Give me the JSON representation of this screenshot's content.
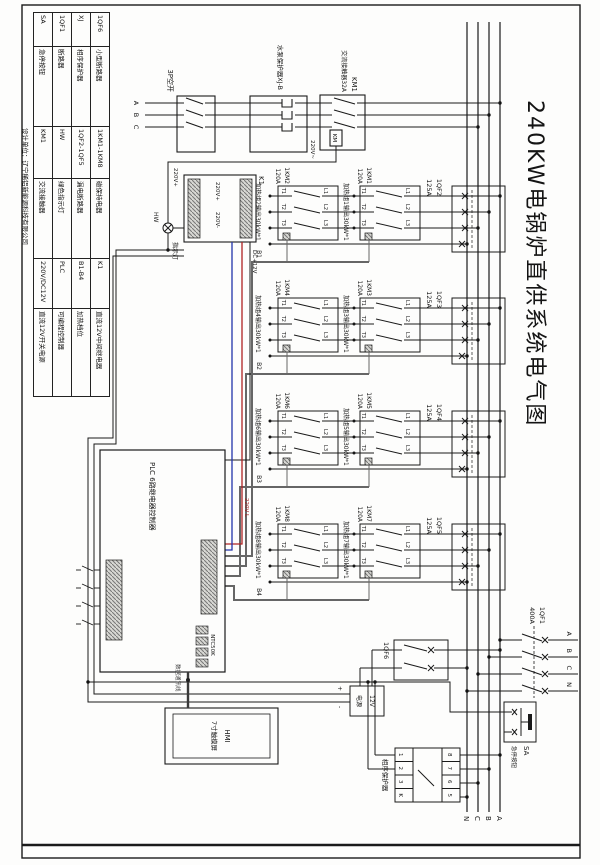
{
  "title": "240KW电锅炉直供系统电气图",
  "designer": "设计单位：辽宁稀铝新能源科技有限公司",
  "legend": {
    "rows": [
      [
        "1QF6",
        "小型断路器",
        "1KM1-1KM8",
        "磁保持电器",
        "K1",
        "直流12V中间继电器"
      ],
      [
        "XJ",
        "相序保护器",
        "1QF2-1QF5",
        "漏电断路器",
        "B1-B4",
        "加热档位"
      ],
      [
        "1QF1",
        "断路器",
        "HW",
        "绿色指示灯",
        "PLC",
        "可编程控制器"
      ],
      [
        "SA",
        "急停按钮",
        "KM1",
        "交流接触器",
        "220V/DC12V",
        "直流12V开关电源"
      ]
    ]
  },
  "supply": {
    "phases": [
      "A",
      "B",
      "C",
      "N"
    ],
    "breaker_line1": "1QF1",
    "breaker_line2": "400A"
  },
  "bus_out": [
    "A",
    "B",
    "C",
    "N"
  ],
  "pump": {
    "breaker": "3P空开",
    "protector": "水泵保护器XJ-B",
    "contactor": "KM1",
    "contactor_sub": "交流接触器32A",
    "coil": "KM",
    "coil_volt": "220V~",
    "phases": [
      "A",
      "B",
      "C"
    ]
  },
  "control": {
    "k1": "K1",
    "v_plus": "220V+",
    "v_minus": "220V-",
    "dc12": "DC+12V",
    "lamp_volt": "220V+",
    "lamp_text": "指示灯",
    "lamp_hw": "HW",
    "qf6": "1QF6",
    "psu_line1": "12V",
    "psu_line2": "电源",
    "plus": "+",
    "minus": "-",
    "sa": "SA",
    "sa_sub": "急停按钮",
    "xj_label": "相序保护器",
    "xj_k": "K",
    "xj_pins_top": [
      "8",
      "7",
      "6",
      "5"
    ],
    "xj_pins_bottom": [
      "1",
      "2",
      "3",
      "4"
    ]
  },
  "plc": {
    "label": "PLC 6路继电器控制器",
    "ntc": "NTC50K",
    "live": "220V L",
    "neutral": "220V N"
  },
  "hmi": {
    "line1": "HMI",
    "line2": "7寸触摸屏",
    "comm": "数据通讯线"
  },
  "bands": [
    {
      "qf": "1QF2",
      "qf_a": "125A",
      "km_u": "1KM1",
      "km_u_a": "120A",
      "km_l": "1KM2",
      "km_l_a": "120A",
      "note_u": "加热组1输出30kW*1",
      "note_l": "加热组2输出30kW*1",
      "b": "B1",
      "L": [
        "L1",
        "L2",
        "L3"
      ],
      "T": [
        "T1",
        "T2",
        "T3"
      ]
    },
    {
      "qf": "1QF3",
      "qf_a": "125A",
      "km_u": "1KM3",
      "km_u_a": "120A",
      "km_l": "1KM4",
      "km_l_a": "120A",
      "note_u": "加热组3输出30kW*1",
      "note_l": "加热组4输出30kW*1",
      "b": "B2",
      "L": [
        "L1",
        "L2",
        "L3"
      ],
      "T": [
        "T1",
        "T2",
        "T3"
      ]
    },
    {
      "qf": "1QF4",
      "qf_a": "125A",
      "km_u": "1KM5",
      "km_u_a": "120A",
      "km_l": "1KM6",
      "km_l_a": "120A",
      "note_u": "加热组5输出30kW*1",
      "note_l": "加热组6输出30kW*1",
      "b": "B3",
      "L": [
        "L1",
        "L2",
        "L3"
      ],
      "T": [
        "T1",
        "T2",
        "T3"
      ]
    },
    {
      "qf": "1QF5",
      "qf_a": "125A",
      "km_u": "1KM7",
      "km_u_a": "120A",
      "km_l": "1KM8",
      "km_l_a": "120A",
      "note_u": "加热组7输出30kW*1",
      "note_l": "加热组8输出30kW*1",
      "b": "B4",
      "L": [
        "L1",
        "L2",
        "L3"
      ],
      "T": [
        "T1",
        "T2",
        "T3"
      ]
    }
  ],
  "colors": {
    "line": "#1a1a1a",
    "stage_wire": "#666666",
    "live": "#b02222",
    "neutral": "#2233aa"
  }
}
